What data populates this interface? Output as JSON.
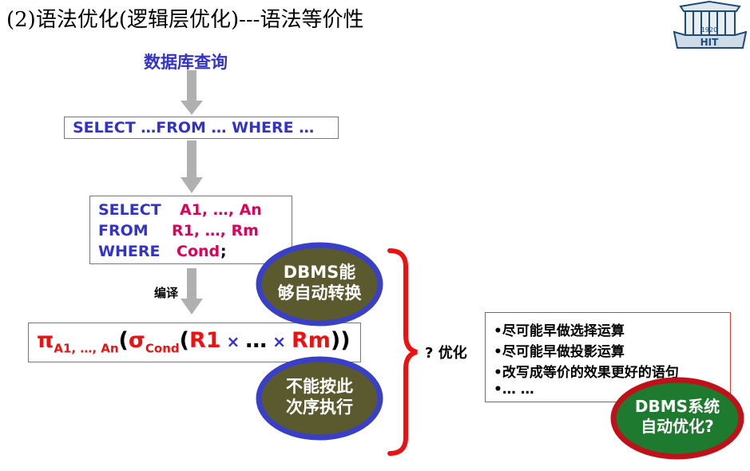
{
  "title": "(2)语法优化(逻辑层优化)---语法等价性",
  "logo": {
    "year": "1920",
    "text": "HIT"
  },
  "flow": {
    "query_label": "数据库查询",
    "sql_template": "SELECT …FROM … WHERE …",
    "sql_detail": {
      "select_kw": "SELECT",
      "select_val": "A1, …, An",
      "from_kw": "FROM",
      "from_val": "R1, …, Rm",
      "where_kw": "WHERE",
      "where_val": "Cond",
      "terminator": ";"
    },
    "compile_label": "编译",
    "algebra": {
      "pi": "π",
      "pi_sub": "A1, …, An",
      "open": "(",
      "sigma": "σ",
      "sigma_sub": "Cond",
      "inner_open": "(",
      "r1": "R1",
      "times1": " × ",
      "dots": "…",
      "times2": " × ",
      "rm": "Rm",
      "close": "))"
    }
  },
  "ovals": {
    "auto_convert": [
      "DBMS能",
      "够自动转换"
    ],
    "cannot_exec": [
      "不能按此",
      "次序执行"
    ],
    "auto_optimize": [
      "DBMS系统",
      "自动优化?"
    ]
  },
  "optimize_label": "? 优化",
  "tips": [
    "•尽可能早做选择运算",
    "•尽可能早做投影运算",
    "•改写成等价的效果更好的语句",
    "•… …"
  ],
  "colors": {
    "blue": "#3333cc",
    "pink": "#e0005a",
    "red": "#ee1111",
    "oval_fill": "#5b5a2e",
    "oval_ring": "#3a3fc7",
    "green_fill": "#1e7a2e",
    "green_ring": "#c0101a"
  }
}
